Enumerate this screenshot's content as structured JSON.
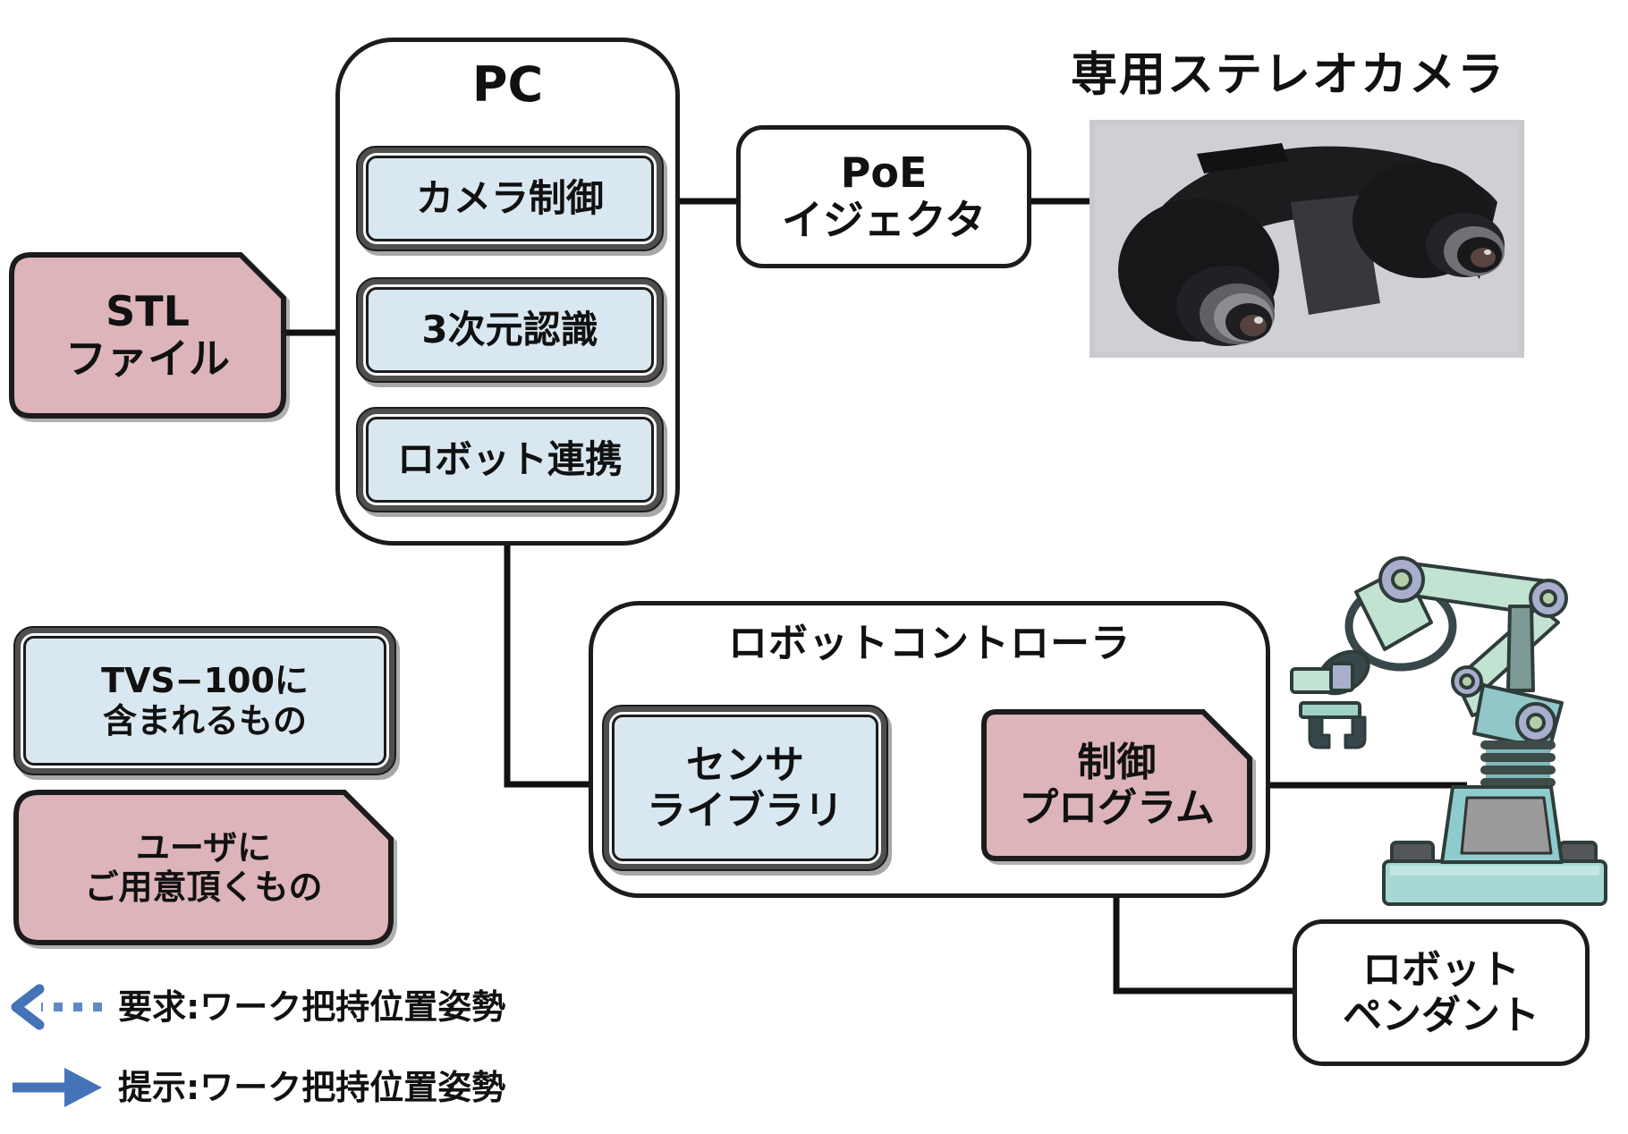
{
  "colors": {
    "outline": "#1c1c1c",
    "blue_fill": "#d9e7f0",
    "pink_fill": "#dcb4b9",
    "gray_frame": "#4e4e4e",
    "arrow_blue": "#4473b8",
    "arrow_blue_light": "#6189c6"
  },
  "pc": {
    "title": "PC",
    "module_camera_control": "カメラ制御",
    "module_3d_recognition": "3次元認識",
    "module_robot_link": "ロボット連携"
  },
  "stl": {
    "line1": "STL",
    "line2": "ファイル"
  },
  "poe": {
    "line1": "PoE",
    "line2": "イジェクタ"
  },
  "stereo_camera": {
    "caption": "専用ステレオカメラ"
  },
  "controller": {
    "title": "ロボットコントローラ",
    "sensor_library_line1": "センサ",
    "sensor_library_line2": "ライブラリ",
    "control_program_line1": "制御",
    "control_program_line2": "プログラム"
  },
  "pendant": {
    "line1": "ロボット",
    "line2": "ペンダント"
  },
  "legend": {
    "included_line1": "TVS−100に",
    "included_line2": "含まれるもの",
    "user_line1": "ユーザに",
    "user_line2": "ご用意頂くもの",
    "request_label": "要求:ワーク把持位置姿勢",
    "present_label": "提示:ワーク把持位置姿勢"
  }
}
